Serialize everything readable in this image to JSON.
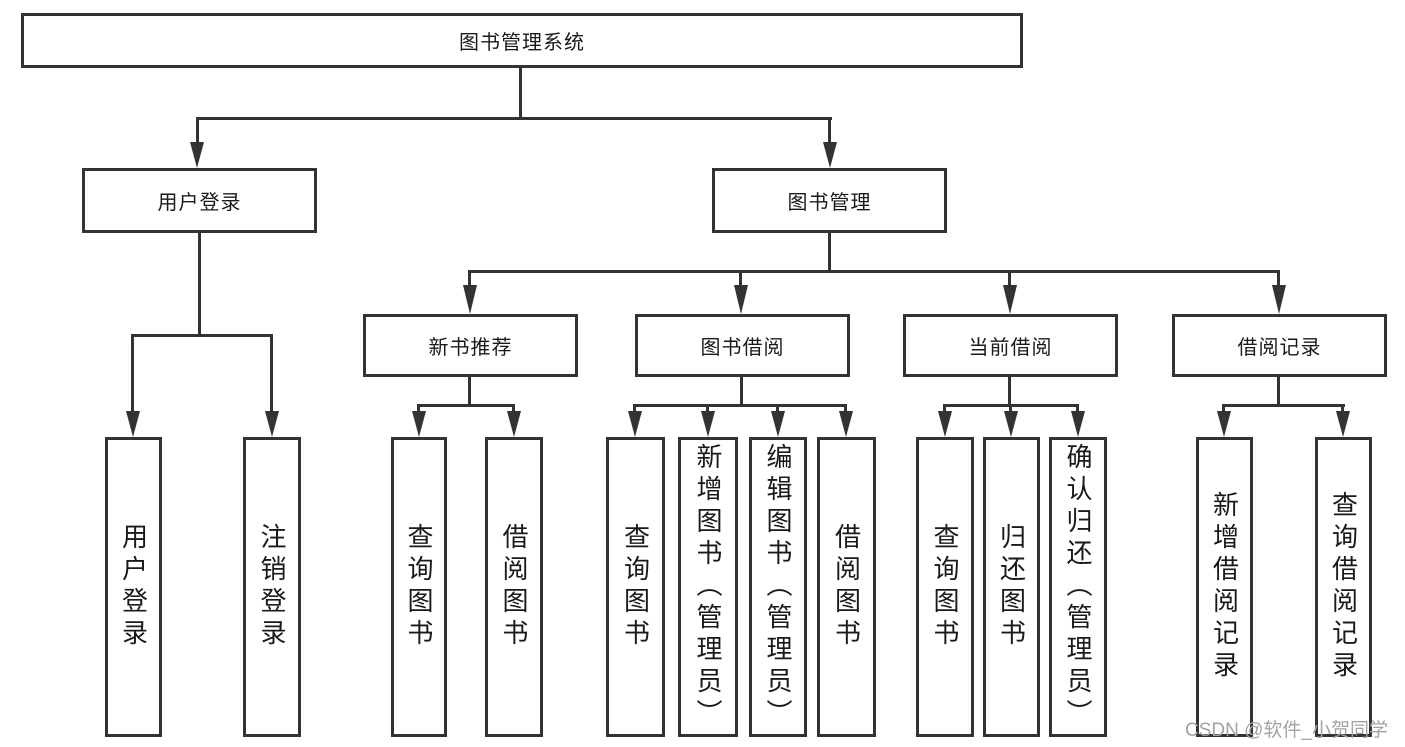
{
  "diagram_title": "图书管理系统",
  "nodes": {
    "root": "图书管理系统",
    "user_login": "用户登录",
    "book_mgmt": "图书管理",
    "new_book_rec": "新书推荐",
    "book_borrow": "图书借阅",
    "current_borrow": "当前借阅",
    "borrow_record": "借阅记录",
    "leaf_user_login": "用户登录",
    "leaf_logout": "注销登录",
    "leaf_nb_query_book": "查询图书",
    "leaf_nb_borrow_book": "借阅图书",
    "leaf_bb_query_book": "查询图书",
    "leaf_bb_add_book": "新增图书（管理员）",
    "leaf_bb_edit_book": "编辑图书（管理员）",
    "leaf_bb_borrow_book": "借阅图书",
    "leaf_cb_query_book": "查询图书",
    "leaf_cb_return_book": "归还图书",
    "leaf_cb_confirm_return": "确认归还（管理员）",
    "leaf_br_add_record": "新增借阅记录",
    "leaf_br_query_record": "查询借阅记录"
  },
  "watermark": "CSDN @软件_小贺同学",
  "colors": {
    "line": "#333333",
    "text": "#1a1a1a",
    "background": "#ffffff",
    "watermark": "#a3a3a3"
  }
}
